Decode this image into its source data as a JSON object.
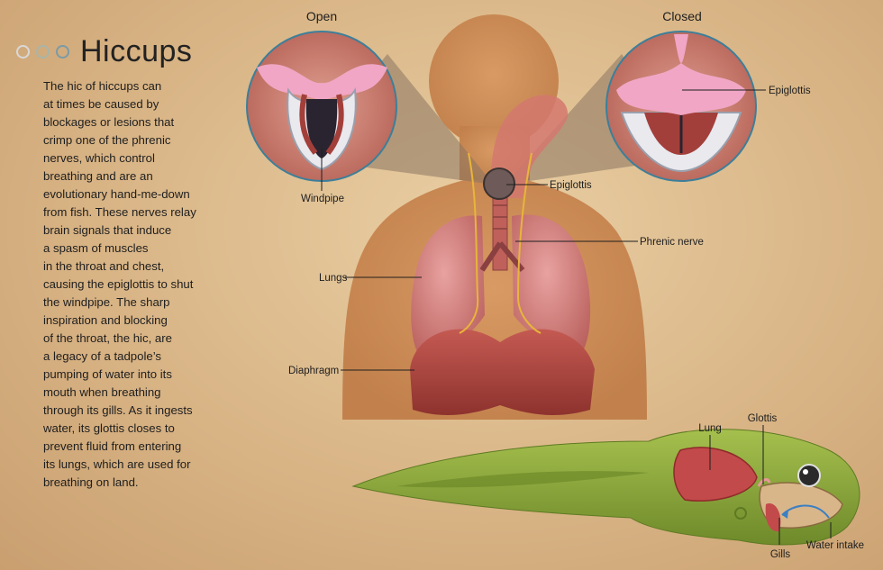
{
  "header": {
    "title": "Hiccups"
  },
  "body_lines": [
    "The hic of hiccups can",
    "at times be caused by",
    "blockages or lesions that",
    "crimp one of the phrenic",
    "nerves, which control",
    "breathing and are an",
    "evolutionary hand-me-down",
    "from fish. These nerves relay",
    "brain signals that induce",
    "a spasm of muscles",
    "in the throat and chest,",
    "causing the epiglottis to shut",
    "the windpipe. The sharp",
    "inspiration and blocking",
    "of the throat, the hic, are",
    "a legacy of a tadpole’s",
    "pumping of water into its",
    "mouth when breathing",
    "through its gills. As it ingests",
    "water, its glottis closes to",
    "prevent fluid from entering",
    "its lungs, which are used for",
    "breathing on land."
  ],
  "labels": {
    "open": "Open",
    "closed": "Closed",
    "windpipe": "Windpipe",
    "epiglottis_closed": "Epiglottis",
    "epiglottis_body": "Epiglottis",
    "phrenic_nerve": "Phrenic nerve",
    "lungs": "Lungs",
    "diaphragm": "Diaphragm",
    "tadpole_lung": "Lung",
    "glottis": "Glottis",
    "gills": "Gills",
    "water_intake": "Water intake"
  },
  "colors": {
    "background": "#dcb88a",
    "body_silhouette": "#c98a55",
    "lung": "#c9706e",
    "diaphragm": "#a33f3a",
    "nerve": "#e8b53a",
    "tadpole": "#8aa63c",
    "epiglottis": "#f0a6c4"
  }
}
